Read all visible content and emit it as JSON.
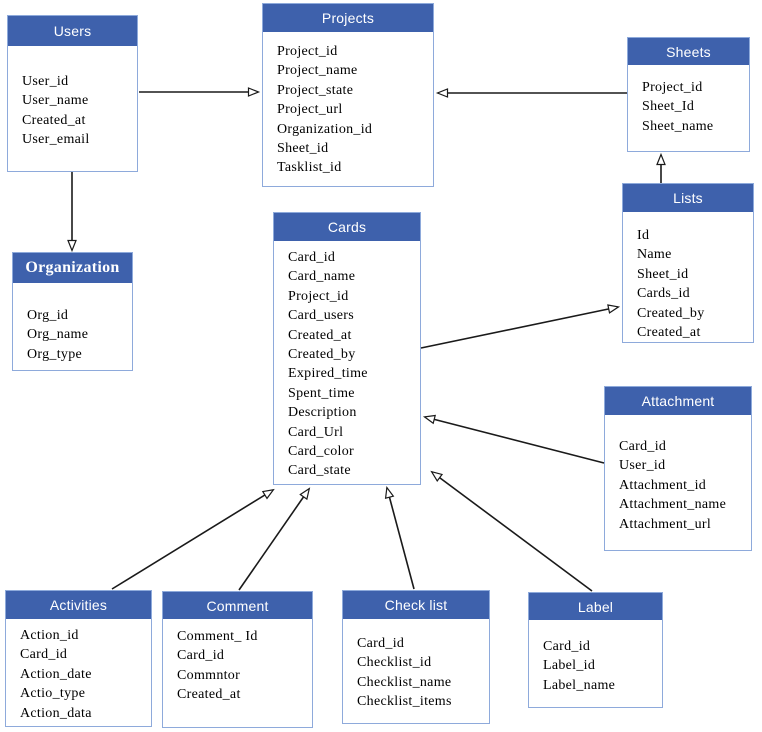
{
  "colors": {
    "header_blue": "#3e61ac",
    "box_border": "#8eaadb",
    "connector": "#1a1a1a"
  },
  "entities": {
    "users": {
      "title": "Users",
      "fields": [
        "User_id",
        "User_name",
        "Created_at",
        "User_email"
      ]
    },
    "projects": {
      "title": "Projects",
      "fields": [
        "Project_id",
        "Project_name",
        "Project_state",
        "Project_url",
        "Organization_id",
        "Sheet_id",
        "Tasklist_id"
      ]
    },
    "sheets": {
      "title": "Sheets",
      "fields": [
        "Project_id",
        "Sheet_Id",
        "Sheet_name"
      ]
    },
    "lists": {
      "title": "Lists",
      "fields": [
        "Id",
        "Name",
        "Sheet_id",
        "Cards_id",
        "Created_by",
        "Created_at"
      ]
    },
    "organization": {
      "title": "Organization",
      "fields": [
        "Org_id",
        "Org_name",
        "Org_type"
      ]
    },
    "cards": {
      "title": "Cards",
      "fields": [
        "Card_id",
        "Card_name",
        "Project_id",
        "Card_users",
        "Created_at",
        "Created_by",
        "Expired_time",
        "Spent_time",
        "Description",
        "Card_Url",
        "Card_color",
        "Card_state"
      ]
    },
    "attachment": {
      "title": "Attachment",
      "fields": [
        "Card_id",
        "User_id",
        "Attachment_id",
        "Attachment_name",
        "Attachment_url"
      ]
    },
    "activities": {
      "title": "Activities",
      "fields": [
        "Action_id",
        "Card_id",
        "Action_date",
        "Actio_type",
        "Action_data"
      ]
    },
    "comment": {
      "title": "Comment",
      "fields": [
        "Comment_ Id",
        "Card_id",
        "Commntor",
        "Created_at"
      ]
    },
    "checklist": {
      "title": "Check list",
      "fields": [
        "Card_id",
        "Checklist_id",
        "Checklist_name",
        "Checklist_items"
      ]
    },
    "label": {
      "title": "Label",
      "fields": [
        "Card_id",
        "Label_id",
        "Label_name"
      ]
    }
  },
  "relationships": [
    {
      "from": "Users",
      "to": "Projects",
      "arrow_points_to": "Projects"
    },
    {
      "from": "Sheets",
      "to": "Projects",
      "arrow_points_to": "Projects"
    },
    {
      "from": "Users",
      "to": "Organization",
      "arrow_points_to": "Organization"
    },
    {
      "from": "Lists",
      "to": "Sheets",
      "arrow_points_to": "Sheets"
    },
    {
      "from": "Cards",
      "to": "Lists",
      "arrow_points_to": "Lists"
    },
    {
      "from": "Attachment",
      "to": "Cards",
      "arrow_points_to": "Cards"
    },
    {
      "from": "Activities",
      "to": "Cards",
      "arrow_points_to": "Cards"
    },
    {
      "from": "Comment",
      "to": "Cards",
      "arrow_points_to": "Cards"
    },
    {
      "from": "Check list",
      "to": "Cards",
      "arrow_points_to": "Cards"
    },
    {
      "from": "Label",
      "to": "Cards",
      "arrow_points_to": "Cards"
    }
  ]
}
